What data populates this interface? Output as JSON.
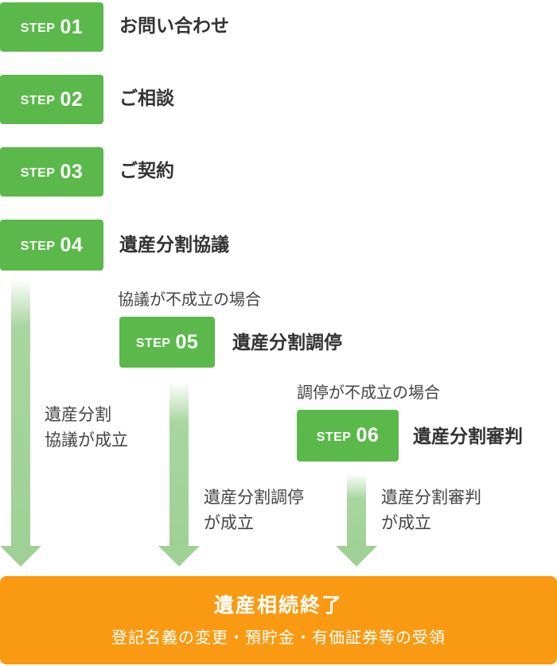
{
  "colors": {
    "step_green": "#5ab94a",
    "final_orange": "#fa9a12",
    "arrow_green": "#9fd195"
  },
  "steps": [
    {
      "word": "STEP",
      "num": "01",
      "title": "お問い合わせ"
    },
    {
      "word": "STEP",
      "num": "02",
      "title": "ご相談"
    },
    {
      "word": "STEP",
      "num": "03",
      "title": "ご契約"
    },
    {
      "word": "STEP",
      "num": "04",
      "title": "遺産分割協議"
    },
    {
      "word": "STEP",
      "num": "05",
      "title": "遺産分割調停"
    },
    {
      "word": "STEP",
      "num": "06",
      "title": "遺産分割審判"
    }
  ],
  "conditions": {
    "step05": "協議が不成立の場合",
    "step06": "調停が不成立の場合"
  },
  "results": {
    "kyogi": {
      "line1": "遺産分割",
      "line2": "協議が成立"
    },
    "chotei": {
      "line1": "遺産分割調停",
      "line2": "が成立"
    },
    "shinpan": {
      "line1": "遺産分割審判",
      "line2": "が成立"
    }
  },
  "final": {
    "title": "遺産相続終了",
    "subtitle": "登記名義の変更・預貯金・有価証券等の受領"
  }
}
